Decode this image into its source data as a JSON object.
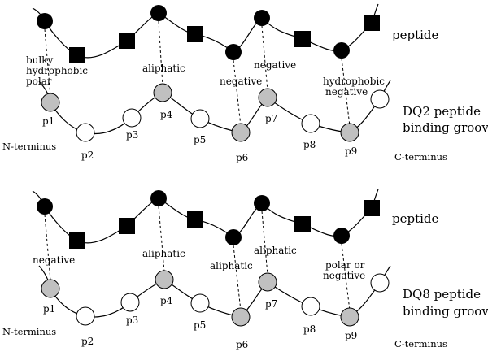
{
  "panels": [
    {
      "peptide_label": "peptide",
      "groove_label_line1": "DQ2 peptide",
      "groove_label_line2": "binding groove",
      "n_terminus": "N-terminus",
      "c_terminus": "C-terminus",
      "annotations": {
        "p1_line1": "bulky",
        "p1_line2": "hydrophobic",
        "p1_line3": "polar",
        "p4": "aliphatic",
        "p6": "negative",
        "p7": "negative",
        "p9_line1": "hydrophobic",
        "p9_line2": "negative"
      },
      "pockets": [
        "p1",
        "p2",
        "p3",
        "p4",
        "p5",
        "p6",
        "p7",
        "p8",
        "p9"
      ]
    },
    {
      "peptide_label": "peptide",
      "groove_label_line1": "DQ8 peptide",
      "groove_label_line2": "binding groove",
      "n_terminus": "N-terminus",
      "c_terminus": "C-terminus",
      "annotations": {
        "p1": "negative",
        "p4": "aliphatic",
        "p6": "aliphatic",
        "p7": "aliphatic",
        "p9_line1": "polar or",
        "p9_line2": "negative"
      },
      "pockets": [
        "p1",
        "p2",
        "p3",
        "p4",
        "p5",
        "p6",
        "p7",
        "p8",
        "p9"
      ]
    }
  ]
}
